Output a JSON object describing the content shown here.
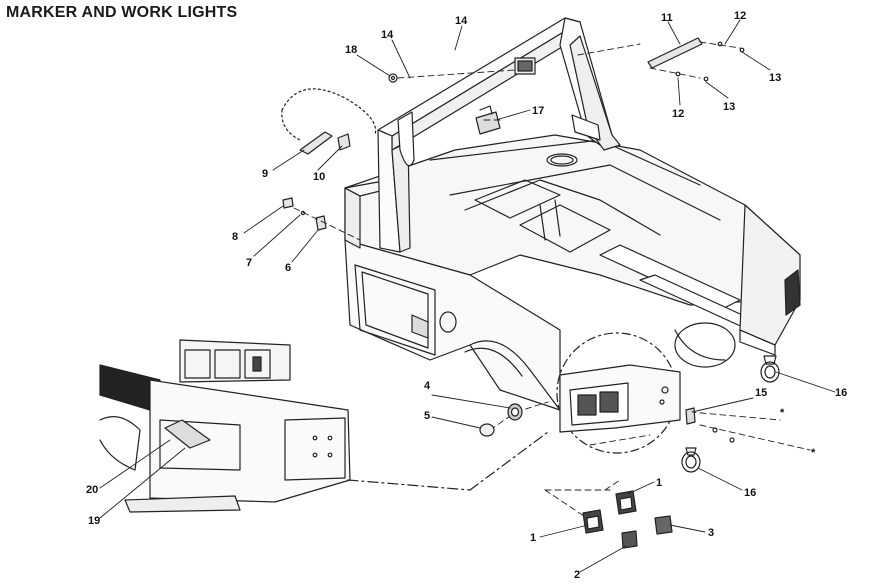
{
  "title": "MARKER AND WORK LIGHTS",
  "callouts": {
    "c1a": "1",
    "c1b": "1",
    "c2": "2",
    "c3": "3",
    "c4": "4",
    "c5": "5",
    "c6": "6",
    "c7": "7",
    "c8": "8",
    "c9": "9",
    "c10": "10",
    "c11": "11",
    "c12a": "12",
    "c12b": "12",
    "c13a": "13",
    "c13b": "13",
    "c14a": "14",
    "c14b": "14",
    "c15": "15",
    "c16a": "16",
    "c16b": "16",
    "c17": "17",
    "c18": "18",
    "c19": "19",
    "c20": "20",
    "star_a": "*",
    "star_b": "*"
  }
}
